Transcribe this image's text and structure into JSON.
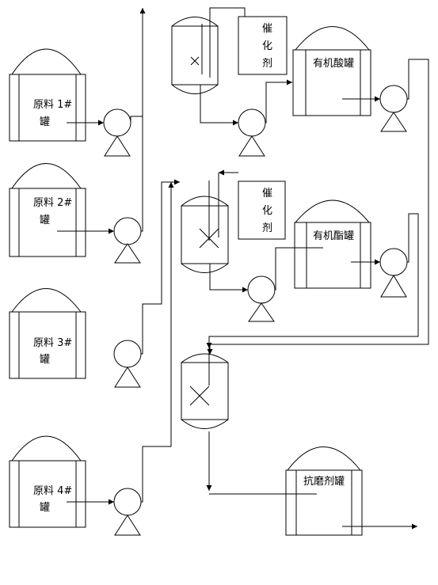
{
  "raw_tanks": [
    {
      "label": "原料 1#",
      "sub": "罐"
    },
    {
      "label": "原料 2#",
      "sub": "罐"
    },
    {
      "label": "原料 3#",
      "sub": "罐"
    },
    {
      "label": "原料 4#",
      "sub": "罐"
    }
  ],
  "catalyst_label": [
    "催",
    "化",
    "剂"
  ],
  "acid_tank_label": "有机酸罐",
  "ester_tank_label": "有机酯罐",
  "product_tank_label": "抗磨剂罐",
  "colors": {
    "line": "#000000",
    "background": "#ffffff"
  }
}
